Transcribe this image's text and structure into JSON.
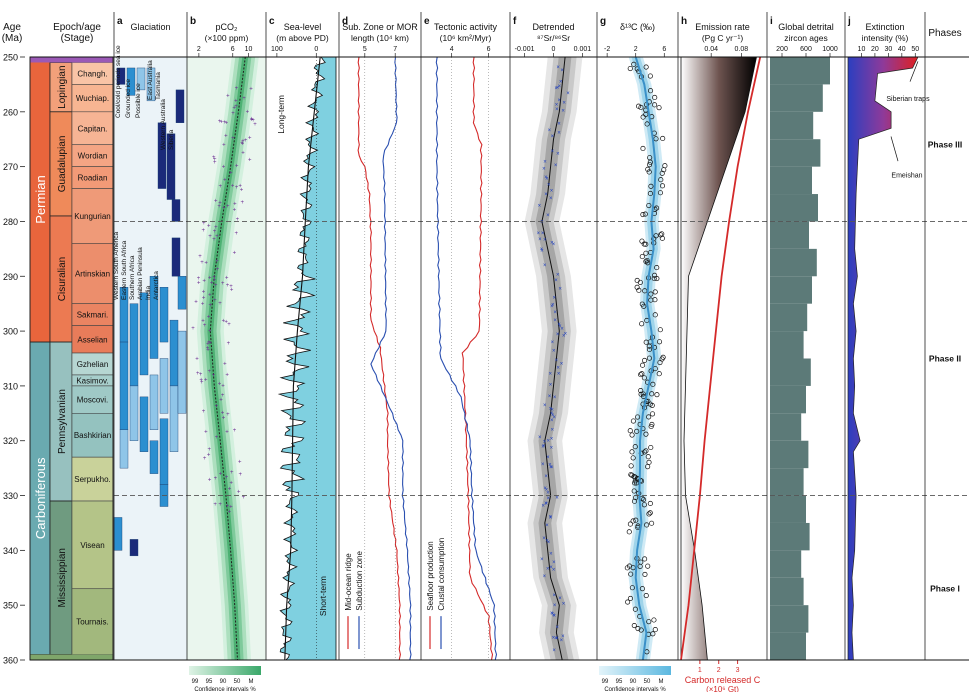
{
  "figure": {
    "age_header": [
      "Age",
      "(Ma)"
    ],
    "epoch_header": [
      "Epoch/age",
      "(Stage)"
    ],
    "phases_header": "Phases",
    "y_ticks": [
      250,
      260,
      270,
      280,
      290,
      300,
      310,
      320,
      330,
      340,
      350,
      360
    ],
    "dashed_boundaries": [
      280,
      330
    ],
    "periods": [
      {
        "name": "Permian",
        "from": 250,
        "to": 302
      },
      {
        "name": "Carboniferous",
        "from": 302,
        "to": 359
      }
    ],
    "epochs": [
      {
        "name": "Lopingian",
        "from": 251,
        "to": 260
      },
      {
        "name": "Guadalupian",
        "from": 260,
        "to": 279
      },
      {
        "name": "Cisuralian",
        "from": 279,
        "to": 302
      },
      {
        "name": "Pennsylvanian",
        "from": 302,
        "to": 331
      },
      {
        "name": "Mississippian",
        "from": 331,
        "to": 359
      }
    ],
    "stages": [
      {
        "name": "Changh.",
        "from": 251,
        "to": 255
      },
      {
        "name": "Wuchiap.",
        "from": 255,
        "to": 260
      },
      {
        "name": "Capitan.",
        "from": 260,
        "to": 266
      },
      {
        "name": "Wordian",
        "from": 266,
        "to": 270
      },
      {
        "name": "Roadian",
        "from": 270,
        "to": 274
      },
      {
        "name": "Kungurian",
        "from": 274,
        "to": 284
      },
      {
        "name": "Artinskian",
        "from": 284,
        "to": 295
      },
      {
        "name": "Sakmari.",
        "from": 295,
        "to": 299
      },
      {
        "name": "Asselian",
        "from": 299,
        "to": 304
      },
      {
        "name": "Gzhelian",
        "from": 304,
        "to": 308
      },
      {
        "name": "Kasimov.",
        "from": 308,
        "to": 310
      },
      {
        "name": "Moscovi.",
        "from": 310,
        "to": 315
      },
      {
        "name": "Bashkirian",
        "from": 315,
        "to": 323
      },
      {
        "name": "Serpukho.",
        "from": 323,
        "to": 331
      },
      {
        "name": "Visean",
        "from": 331,
        "to": 347
      },
      {
        "name": "Tournais.",
        "from": 347,
        "to": 359
      }
    ],
    "phases": [
      {
        "name": "Phase III",
        "at": 266
      },
      {
        "name": "Phase II",
        "at": 305
      },
      {
        "name": "Phase I",
        "at": 347
      }
    ]
  },
  "chart_data": [
    {
      "panel": "a",
      "type": "bar",
      "title": "Glaciation",
      "labels": [
        "Cool/cold periods sea ice",
        "Grounded ice",
        "Possible ice",
        "East Australia",
        "Tasmania",
        "Western Australia",
        "Siberia",
        "Western South America",
        "Eastern South Africa",
        "Southern Africa",
        "Arabian Peninsula",
        "India",
        "Antarctica"
      ],
      "colors": {
        "dark": "#1b2a7a",
        "mid": "#2c8fd0",
        "light": "#8fc5e8"
      }
    },
    {
      "panel": "b",
      "type": "line",
      "title": "pCO₂",
      "xlabel": "(×100 ppm)",
      "xscale": "log",
      "xticks": [
        2,
        6,
        10
      ],
      "xlim": [
        1.5,
        16
      ],
      "confidence_intervals": [
        "99",
        "95",
        "90",
        "50",
        "M"
      ],
      "ci_caption": "Confidence intervals %",
      "median": [
        [
          250,
          9.0
        ],
        [
          260,
          7.2
        ],
        [
          270,
          5.6
        ],
        [
          280,
          4.2
        ],
        [
          290,
          3.3
        ],
        [
          300,
          2.9
        ],
        [
          310,
          3.3
        ],
        [
          320,
          4.0
        ],
        [
          330,
          4.8
        ],
        [
          340,
          5.6
        ],
        [
          350,
          6.4
        ],
        [
          360,
          7.0
        ]
      ],
      "scatter_color": "#6b2c91"
    },
    {
      "panel": "c",
      "type": "area",
      "title": "Sea-level",
      "xlabel": "(m above PD)",
      "xticks": [
        100,
        0
      ],
      "xlim": [
        120,
        -50
      ],
      "annotations": [
        "Long-term",
        "Short-term"
      ],
      "long_term": [
        [
          250,
          -10
        ],
        [
          260,
          5
        ],
        [
          270,
          20
        ],
        [
          280,
          28
        ],
        [
          290,
          35
        ],
        [
          300,
          48
        ],
        [
          310,
          58
        ],
        [
          320,
          60
        ],
        [
          330,
          62
        ],
        [
          340,
          65
        ],
        [
          350,
          75
        ],
        [
          360,
          80
        ]
      ],
      "fill": "#7fd0e0"
    },
    {
      "panel": "d",
      "type": "line",
      "title": "Sub. Zone or MOR",
      "xlabel": "length (10⁴ km)",
      "xticks": [
        5,
        7
      ],
      "xlim": [
        3.5,
        8.5
      ],
      "series": [
        {
          "name": "Mid-ocean ridge",
          "color": "#d42a2a",
          "values": [
            [
              250,
              4.6
            ],
            [
              268,
              4.6
            ],
            [
              270,
              5.0
            ],
            [
              275,
              5.3
            ],
            [
              282,
              5.4
            ],
            [
              298,
              5.4
            ],
            [
              303,
              6.0
            ],
            [
              315,
              6.5
            ],
            [
              320,
              6.5
            ],
            [
              330,
              6.6
            ],
            [
              340,
              7.1
            ],
            [
              350,
              7.3
            ],
            [
              360,
              7.3
            ]
          ]
        },
        {
          "name": "Subduction zone",
          "color": "#2a4fb0",
          "values": [
            [
              250,
              7.0
            ],
            [
              262,
              7.1
            ],
            [
              268,
              6.2
            ],
            [
              274,
              6.3
            ],
            [
              300,
              6.4
            ],
            [
              306,
              5.4
            ],
            [
              315,
              6.8
            ],
            [
              320,
              7.5
            ],
            [
              330,
              7.5
            ],
            [
              340,
              7.8
            ],
            [
              350,
              8.0
            ],
            [
              360,
              8.0
            ]
          ]
        }
      ]
    },
    {
      "panel": "e",
      "type": "line",
      "title": "Tectonic activity",
      "xlabel": "(10⁶ km²/Myr)",
      "xticks": [
        4,
        6
      ],
      "xlim": [
        2.5,
        7
      ],
      "series": [
        {
          "name": "Seafloor production",
          "color": "#d42a2a",
          "values": [
            [
              250,
              5.2
            ],
            [
              262,
              5.2
            ],
            [
              266,
              5.6
            ],
            [
              275,
              5.6
            ],
            [
              300,
              5.5
            ],
            [
              304,
              4.6
            ],
            [
              320,
              4.8
            ],
            [
              330,
              4.9
            ],
            [
              345,
              5.0
            ],
            [
              352,
              6.0
            ],
            [
              360,
              6.2
            ]
          ]
        },
        {
          "name": "Crustal consumption",
          "color": "#2a4fb0",
          "values": [
            [
              250,
              3.2
            ],
            [
              270,
              3.2
            ],
            [
              290,
              3.3
            ],
            [
              305,
              3.4
            ],
            [
              312,
              4.5
            ],
            [
              320,
              5.0
            ],
            [
              330,
              5.1
            ],
            [
              340,
              5.3
            ],
            [
              350,
              6.3
            ],
            [
              360,
              6.4
            ]
          ]
        }
      ]
    },
    {
      "panel": "f",
      "type": "line",
      "title": "Detrended",
      "xlabel": "⁸⁷Sr/⁸⁶Sr",
      "xticks": [
        -0.001,
        0,
        0.001
      ],
      "xlim": [
        -0.0014,
        0.0014
      ],
      "series": [
        {
          "name": "",
          "color": "#111",
          "values": [
            [
              250,
              0.0004
            ],
            [
              255,
              0.0003
            ],
            [
              260,
              0.0002
            ],
            [
              265,
              0.0
            ],
            [
              270,
              -0.0001
            ],
            [
              275,
              -0.0002
            ],
            [
              280,
              -0.0004
            ],
            [
              285,
              -0.0002
            ],
            [
              290,
              0.0
            ],
            [
              295,
              0.0001
            ],
            [
              300,
              0.0002
            ],
            [
              305,
              0.0001
            ],
            [
              310,
              0.0
            ],
            [
              315,
              -0.0001
            ],
            [
              320,
              -0.0003
            ],
            [
              325,
              -0.0002
            ],
            [
              330,
              -0.0001
            ],
            [
              335,
              -0.0003
            ],
            [
              340,
              -0.0002
            ],
            [
              345,
              -0.0001
            ],
            [
              350,
              0.0002
            ],
            [
              355,
              0.0001
            ],
            [
              360,
              0.0003
            ]
          ]
        }
      ]
    },
    {
      "panel": "g",
      "type": "scatter",
      "title": "δ¹³C (‰)",
      "xticks": [
        -2,
        2,
        6
      ],
      "xlim": [
        -3,
        7.5
      ],
      "confidence_intervals": [
        "99",
        "95",
        "90",
        "50",
        "M"
      ],
      "ci_caption": "Confidence intervals %",
      "smoothed": [
        [
          250,
          2.0
        ],
        [
          255,
          3.2
        ],
        [
          260,
          3.8
        ],
        [
          265,
          4.4
        ],
        [
          270,
          4.8
        ],
        [
          275,
          4.6
        ],
        [
          280,
          4.2
        ],
        [
          285,
          4.5
        ],
        [
          290,
          3.8
        ],
        [
          295,
          3.6
        ],
        [
          300,
          4.2
        ],
        [
          305,
          4.6
        ],
        [
          310,
          3.8
        ],
        [
          315,
          3.0
        ],
        [
          320,
          2.6
        ],
        [
          325,
          2.6
        ],
        [
          330,
          2.5
        ],
        [
          335,
          2.8
        ],
        [
          340,
          2.2
        ],
        [
          345,
          2.0
        ],
        [
          350,
          2.5
        ],
        [
          355,
          3.5
        ],
        [
          360,
          3.0
        ]
      ]
    },
    {
      "panel": "h",
      "type": "area",
      "title": "Emission rate",
      "xlabel": "(Pg C yr⁻¹)",
      "xticks": [
        0.04,
        0.08
      ],
      "xlim": [
        0,
        0.11
      ],
      "secondary_axis": {
        "label": "Carbon released C",
        "unit": "(×10⁶ Gt)",
        "ticks": [
          1,
          2,
          3
        ],
        "lim": [
          0,
          4.4
        ],
        "color": "#d42a2a"
      },
      "emission": [
        [
          250,
          0.1
        ],
        [
          260,
          0.085
        ],
        [
          270,
          0.06
        ],
        [
          280,
          0.035
        ],
        [
          290,
          0.01
        ],
        [
          300,
          0.008
        ],
        [
          310,
          0.006
        ],
        [
          320,
          0.004
        ],
        [
          330,
          0.006
        ],
        [
          340,
          0.018
        ],
        [
          350,
          0.028
        ],
        [
          360,
          0.035
        ]
      ],
      "cumulative": [
        [
          250,
          4.2
        ],
        [
          260,
          3.55
        ],
        [
          270,
          3.0
        ],
        [
          280,
          2.55
        ],
        [
          290,
          2.15
        ],
        [
          300,
          1.85
        ],
        [
          310,
          1.55
        ],
        [
          320,
          1.25
        ],
        [
          330,
          1.0
        ],
        [
          340,
          0.7
        ],
        [
          350,
          0.4
        ],
        [
          360,
          0.0
        ]
      ]
    },
    {
      "panel": "i",
      "type": "bar",
      "title": "Global detrital",
      "xlabel": "zircon ages",
      "xticks": [
        200,
        600,
        1000
      ],
      "xlim": [
        0,
        1200
      ],
      "color": "#5c7a78",
      "bins": [
        [
          250,
          255,
          1000
        ],
        [
          255,
          260,
          880
        ],
        [
          260,
          265,
          720
        ],
        [
          265,
          270,
          840
        ],
        [
          270,
          275,
          700
        ],
        [
          275,
          280,
          800
        ],
        [
          280,
          285,
          650
        ],
        [
          285,
          290,
          780
        ],
        [
          290,
          295,
          700
        ],
        [
          295,
          300,
          620
        ],
        [
          300,
          305,
          560
        ],
        [
          305,
          310,
          680
        ],
        [
          310,
          315,
          600
        ],
        [
          315,
          320,
          520
        ],
        [
          320,
          325,
          640
        ],
        [
          325,
          330,
          560
        ],
        [
          330,
          335,
          600
        ],
        [
          335,
          340,
          660
        ],
        [
          340,
          345,
          520
        ],
        [
          345,
          350,
          560
        ],
        [
          350,
          355,
          640
        ],
        [
          355,
          360,
          600
        ]
      ]
    },
    {
      "panel": "j",
      "type": "area",
      "title": "Extinction",
      "xlabel": "intensity (%)",
      "xticks": [
        10,
        20,
        30,
        40,
        50
      ],
      "xlim": [
        0,
        55
      ],
      "annotations": [
        "Siberian traps",
        "Emeishan"
      ],
      "values": [
        [
          250,
          52
        ],
        [
          252,
          48
        ],
        [
          253,
          22
        ],
        [
          258,
          20
        ],
        [
          260,
          32
        ],
        [
          263,
          32
        ],
        [
          265,
          8
        ],
        [
          275,
          6
        ],
        [
          285,
          5
        ],
        [
          290,
          7
        ],
        [
          295,
          4
        ],
        [
          300,
          6
        ],
        [
          305,
          4
        ],
        [
          310,
          5
        ],
        [
          315,
          4
        ],
        [
          320,
          9
        ],
        [
          322,
          4
        ],
        [
          330,
          6
        ],
        [
          340,
          5
        ],
        [
          345,
          3
        ],
        [
          350,
          4
        ],
        [
          355,
          3
        ],
        [
          360,
          4
        ]
      ]
    }
  ]
}
